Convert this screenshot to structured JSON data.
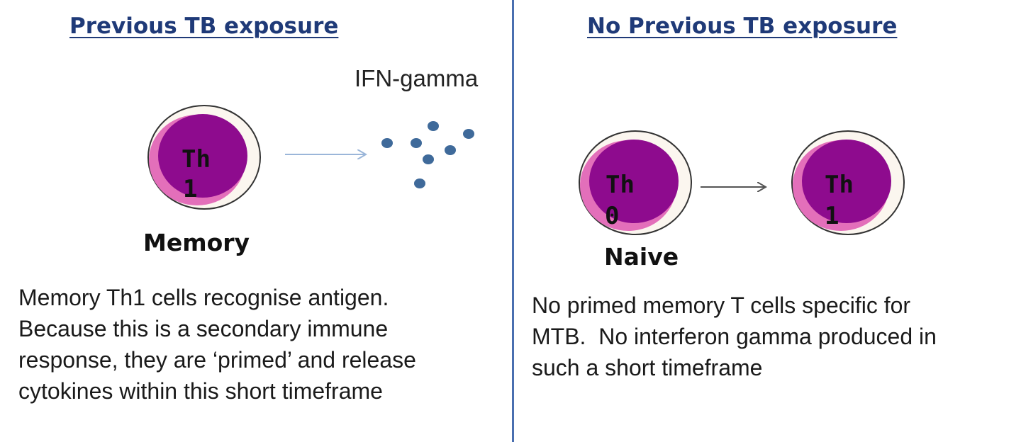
{
  "left": {
    "heading": "Previous TB exposure",
    "signal_label": "IFN-gamma",
    "cell": {
      "line1": "Th",
      "line2": "1",
      "label": "Memory"
    },
    "description": [
      "Memory Th1 cells recognise antigen.",
      "Because this is a secondary immune",
      "response, they are ‘primed’ and release",
      "cytokines within this short timeframe"
    ]
  },
  "right": {
    "heading": "No Previous TB exposure",
    "cell_a": {
      "line1": "Th",
      "line2": "0",
      "label": "Naive"
    },
    "cell_b": {
      "line1": "Th",
      "line2": "1"
    },
    "description": [
      "No primed memory T cells specific for",
      "MTB.  No interferon gamma produced in",
      "such a short timeframe"
    ]
  },
  "colors": {
    "heading": "#1f3a78",
    "divider": "#4a6fb0",
    "nucleus": "#8e0b8e",
    "cytoplasm": "#e36fba",
    "membrane_fill": "#fbf6ef",
    "cytokine_dot": "#3f6a9a",
    "arrow_left": "#9bb6d9",
    "arrow_right": "#555555"
  }
}
